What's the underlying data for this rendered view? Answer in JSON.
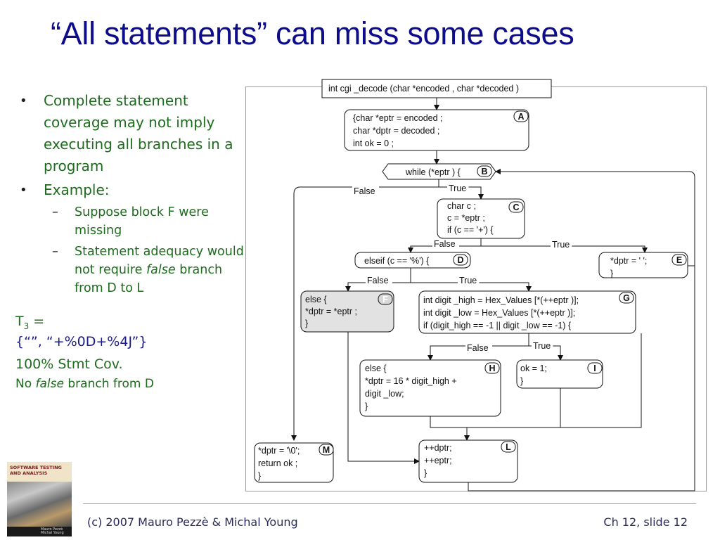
{
  "title": "“All statements” can miss some cases",
  "bullets": {
    "b1": "Complete statement coverage may not imply executing all branches in a program",
    "b2": "Example:",
    "sub1": "Suppose block F were missing",
    "sub2_pre": "Statement adequacy would not require ",
    "sub2_em": "false",
    "sub2_post": " branch from D to L"
  },
  "tset": {
    "label_T": "T",
    "label_sub": "3",
    "label_eq": " =",
    "value": "{“”, “+%0D+%4J”}",
    "cov": "100% Stmt Cov.",
    "nofalse_pre": "No ",
    "nofalse_em": "false",
    "nofalse_post": " branch from D"
  },
  "diagram": {
    "header": "int cgi _decode (char *encoded , char *decoded )",
    "A": {
      "label": "A",
      "lines": [
        "{char  *eptr  = encoded  ;",
        "  char  *dptr  = decoded  ;",
        "  int ok  = 0 ;"
      ]
    },
    "B": {
      "label": "B",
      "lines": [
        "while  (*eptr ) {"
      ]
    },
    "C": {
      "label": "C",
      "lines": [
        "char c ;",
        "c = *eptr ;",
        "if (c == '+') {"
      ]
    },
    "D": {
      "label": "D",
      "lines": [
        "elseif  (c == '%') {"
      ]
    },
    "E": {
      "label": "E",
      "lines": [
        "*dptr  = ' ';",
        "}"
      ]
    },
    "F": {
      "label": "F",
      "lines": [
        "else  {",
        "*dptr  = *eptr ;",
        "}"
      ]
    },
    "G": {
      "label": "G",
      "lines": [
        "int digit _high  = Hex_Values [*(++eptr )];",
        "int digit _low  = Hex_Values [*(++eptr )];",
        "if (digit_high  == -1  || digit _low  == -1) {"
      ]
    },
    "H": {
      "label": "H",
      "lines": [
        "else  {",
        "*dptr  = 16  *  digit_high  +",
        "digit _low;",
        "}"
      ]
    },
    "I": {
      "label": "I",
      "lines": [
        "ok  = 1;",
        "}"
      ]
    },
    "L": {
      "label": "L",
      "lines": [
        "++dptr;",
        "++eptr;",
        "}"
      ]
    },
    "M": {
      "label": "M",
      "lines": [
        "*dptr  = '\\0';",
        "return ok  ;",
        "}"
      ]
    },
    "edge_labels": {
      "b_false": "False",
      "b_true": "True",
      "c_false": "False",
      "c_true": "True",
      "d_false": "False",
      "d_true": "True",
      "g_false": "False",
      "g_true": "True"
    }
  },
  "book": {
    "title_line1": "SOFTWARE TESTING",
    "title_line2": "AND ANALYSIS",
    "authors_line1": "Mauro Pezzè",
    "authors_line2": "Michal Young"
  },
  "footer": {
    "left": "(c) 2007 Mauro Pezzè & Michal Young",
    "right": "Ch 12, slide 12"
  }
}
